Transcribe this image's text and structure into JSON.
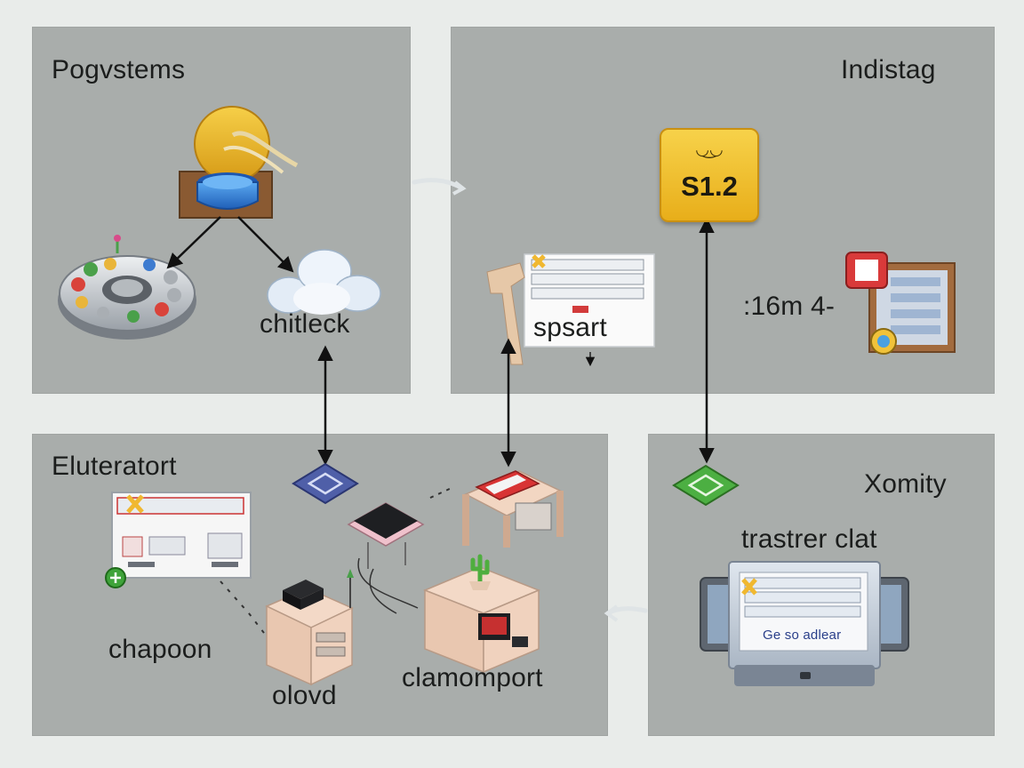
{
  "panels": {
    "top_left": {
      "title": "Pogvstems",
      "node_label": "chitleck"
    },
    "top_right": {
      "title": "Indistag",
      "badge_value": "S1.2",
      "card_label": "spsart",
      "side_label": ":16m 4-"
    },
    "bottom_left": {
      "title": "Eluteratort",
      "label_left": "chapoon",
      "label_bottom": "olovd",
      "label_right": "clamomport"
    },
    "bottom_right": {
      "title": "Xomity",
      "subtitle": "trastrer clat",
      "screen_text": "Ge so adlear"
    }
  },
  "colors": {
    "panel": "#a9adab",
    "background": "#e9ecea",
    "badge": "#f2c431",
    "arrow": "#111111"
  },
  "icons": [
    "coin-bowl-icon",
    "dial-plate-icon",
    "cloud-icon",
    "window-card-icon",
    "desk-icon",
    "chip-icon",
    "monitor-icon",
    "diamond-tile-icon"
  ]
}
